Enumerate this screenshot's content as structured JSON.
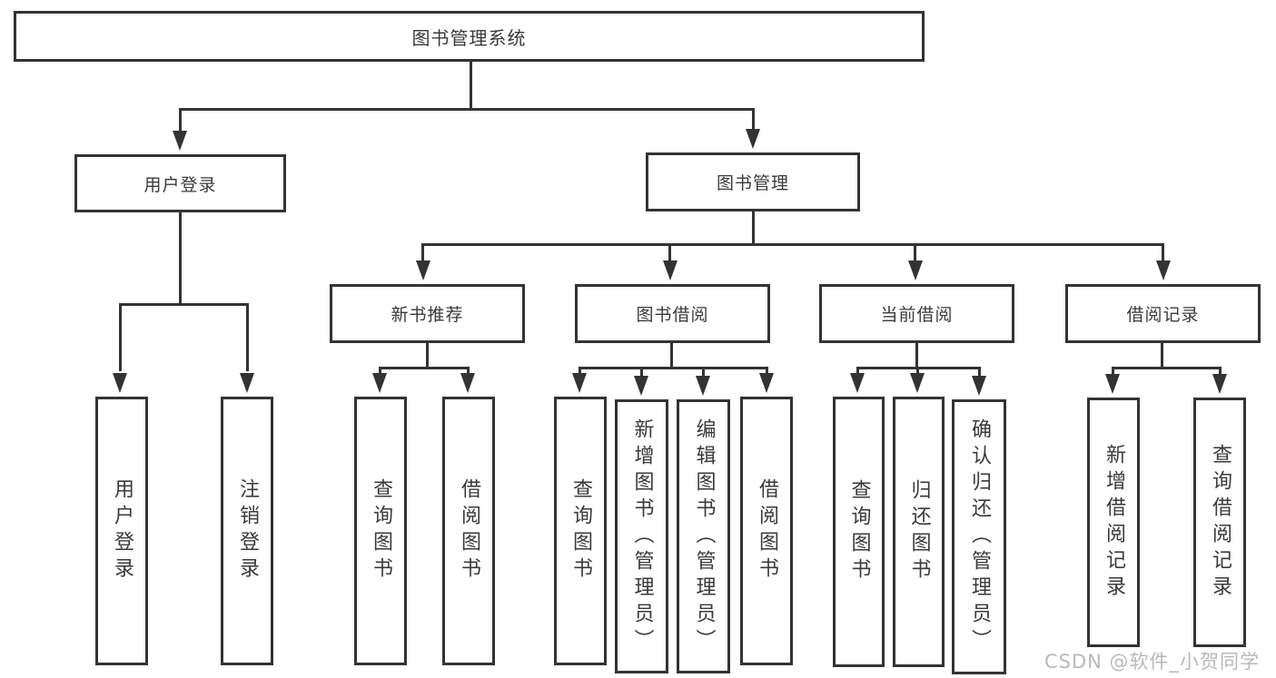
{
  "diagram": {
    "root": {
      "label": "图书管理系统"
    },
    "level1": [
      {
        "label": "用户登录"
      },
      {
        "label": "图书管理"
      }
    ],
    "level2": [
      {
        "label": "新书推荐"
      },
      {
        "label": "图书借阅"
      },
      {
        "label": "当前借阅"
      },
      {
        "label": "借阅记录"
      }
    ],
    "leaves": {
      "user": [
        {
          "label": "用户登录"
        },
        {
          "label": "注销登录"
        }
      ],
      "recommend": [
        {
          "label": "查询图书"
        },
        {
          "label": "借阅图书"
        }
      ],
      "borrow": [
        {
          "label": "查询图书"
        },
        {
          "label": "新增图书（管理员）"
        },
        {
          "label": "编辑图书（管理员）"
        },
        {
          "label": "借阅图书"
        }
      ],
      "current": [
        {
          "label": "查询图书"
        },
        {
          "label": "归还图书"
        },
        {
          "label": "确认归还（管理员）"
        }
      ],
      "records": [
        {
          "label": "新增借阅记录"
        },
        {
          "label": "查询借阅记录"
        }
      ]
    },
    "watermark": "CSDN @软件_小贺同学",
    "colors": {
      "line": "#333333",
      "text": "#3a3a3a",
      "watermark": "#b9b9b9",
      "background": "#ffffff"
    }
  }
}
